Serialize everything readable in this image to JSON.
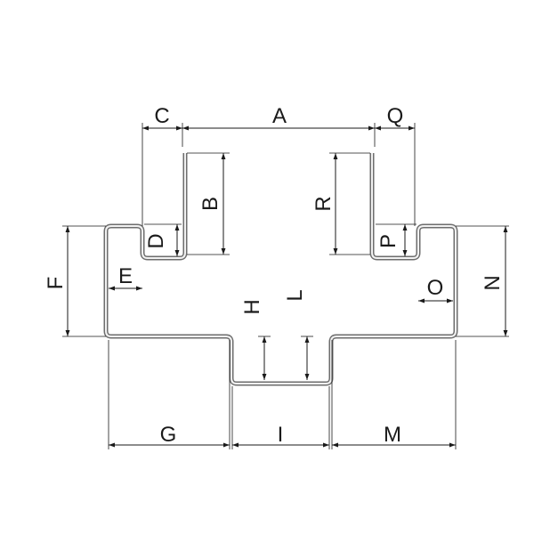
{
  "diagram": {
    "labels": {
      "A": "A",
      "B": "B",
      "C": "C",
      "D": "D",
      "E": "E",
      "F": "F",
      "G": "G",
      "H": "H",
      "I": "I",
      "L": "L",
      "M": "M",
      "N": "N",
      "O": "O",
      "P": "P",
      "Q": "Q",
      "R": "R"
    },
    "colors": {
      "profile_stroke": "#6e6e6e",
      "profile_fill": "#f2f2f2",
      "dimension_lines": "#1a1a1a",
      "background": "#ffffff"
    }
  }
}
